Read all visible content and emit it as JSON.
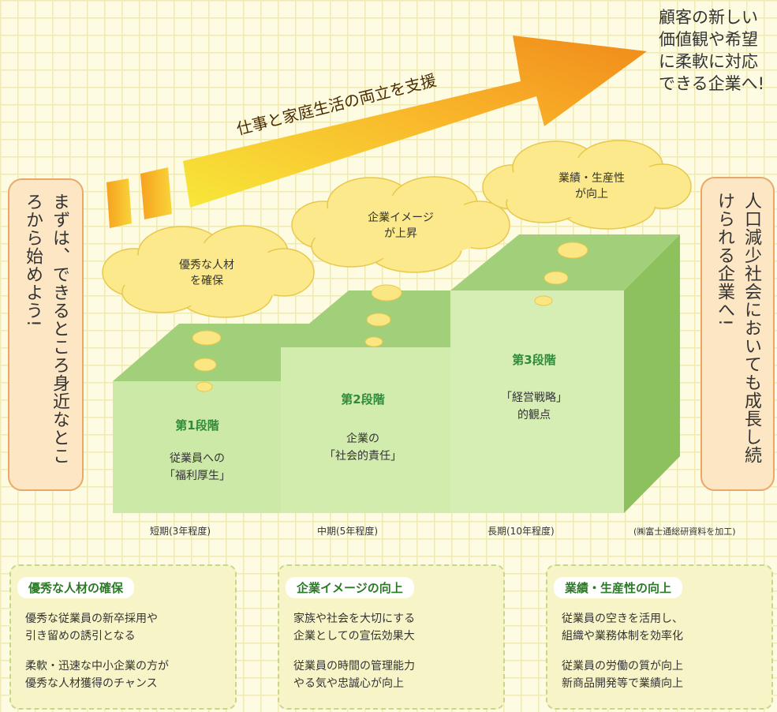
{
  "arrow_label": "仕事と家庭生活の両立を支援",
  "goal_lines": [
    "顧客の新しい",
    "価値観や希望",
    "に柔軟に対応",
    "できる企業へ!"
  ],
  "left_message": "まずは、できるところ身近なところから始めよう!",
  "right_message": "人口減少社会においても成長し続けられる企業へ!",
  "clouds": [
    {
      "line1": "優秀な人材",
      "line2": "を確保"
    },
    {
      "line1": "企業イメージ",
      "line2": "が上昇"
    },
    {
      "line1": "業績・生産性",
      "line2": "が向上"
    }
  ],
  "stages": [
    {
      "title": "第1段階",
      "line1": "従業員への",
      "line2": "「福利厚生」",
      "period": "短期(3年程度)"
    },
    {
      "title": "第2段階",
      "line1": "企業の",
      "line2": "「社会的責任」",
      "period": "中期(5年程度)"
    },
    {
      "title": "第3段階",
      "line1": "「経営戦略」",
      "line2": "的観点",
      "period": "長期(10年程度)"
    }
  ],
  "source_note": "(㈱富士通総研資料を加工)",
  "panels": [
    {
      "title": "優秀な人材の確保",
      "p1a": "優秀な従業員の新卒採用や",
      "p1b": "引き留めの誘引となる",
      "p2a": "柔軟・迅速な中小企業の方が",
      "p2b": "優秀な人材獲得のチャンス"
    },
    {
      "title": "企業イメージの向上",
      "p1a": "家族や社会を大切にする",
      "p1b": "企業としての宣伝効果大",
      "p2a": "従業員の時間の管理能力",
      "p2b": "やる気や忠誠心が向上"
    },
    {
      "title": "業績・生産性の向上",
      "p1a": "従業員の空きを活用し、",
      "p1b": "組織や業務体制を効率化",
      "p2a": "従業員の労働の質が向上",
      "p2b": "新商品開発等で業績向上"
    }
  ]
}
